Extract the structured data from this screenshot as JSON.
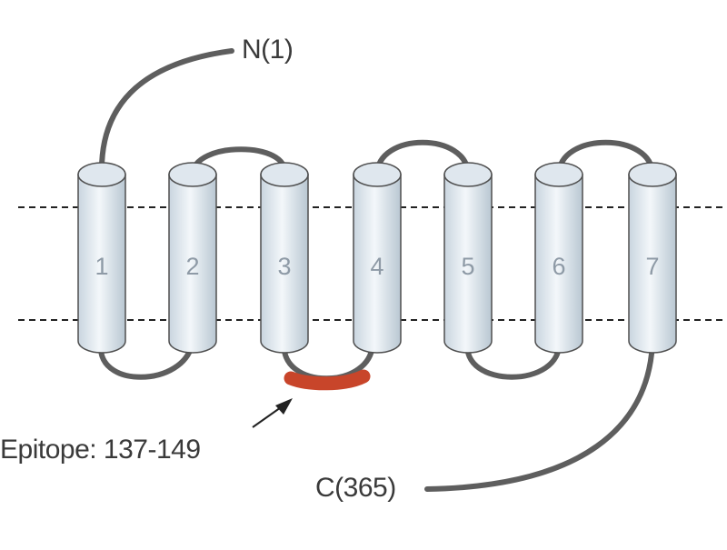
{
  "diagram": {
    "n_terminus_label": "N(1)",
    "c_terminus_label": "C(365)",
    "epitope_label": "Epitope: 137-149",
    "helices": [
      "1",
      "2",
      "3",
      "4",
      "5",
      "6",
      "7"
    ],
    "colors": {
      "helix_fill_light": "#f4f8fb",
      "helix_fill_dark": "#c5d2dc",
      "helix_stroke": "#4f4f4f",
      "loop": "#5e5e5e",
      "epitope": "#c8452a",
      "membrane_line": "#222222",
      "text": "#3a3a3a"
    }
  }
}
